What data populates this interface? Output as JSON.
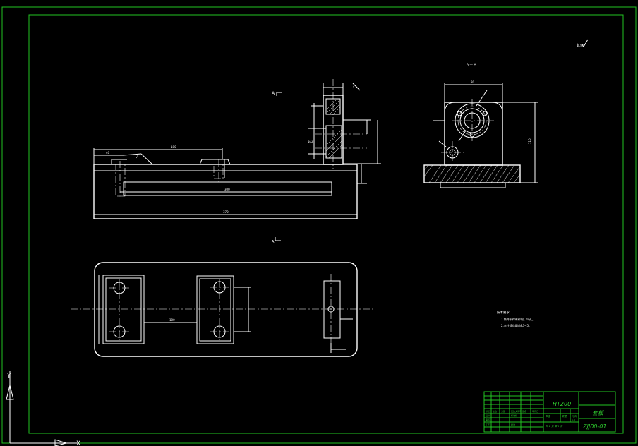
{
  "colors": {
    "background": "#000000",
    "frame": "#22c522",
    "lines": "#ffffff",
    "title_text": "#2fd02f"
  },
  "icons": [
    "ucs-axis-icon",
    "roughness-symbol-icon"
  ],
  "views": {
    "front_label": "A",
    "section_label": "A — A",
    "top_label": "A"
  },
  "notes": {
    "heading": "技术要求",
    "line1": "1.铸件不得有砂眼、气孔。",
    "line2": "2.未注铸造圆角R3~5。"
  },
  "roughness": {
    "value": "其余"
  },
  "title_block": {
    "material": "HT200",
    "part_name": "套板",
    "drawing_no": "ZJJ00-01",
    "scale_label": "比例",
    "scale_value": "1:1",
    "qty_label": "数量",
    "weight_label": "重量",
    "sheet_text": "共 1 张  第 1 张"
  },
  "ucs": {
    "y_label": "Y",
    "x_label": "X"
  }
}
